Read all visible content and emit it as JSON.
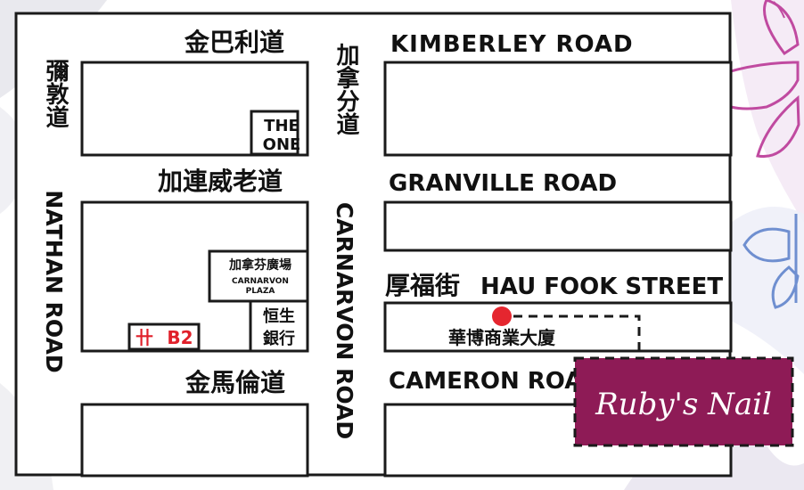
{
  "colors": {
    "map_border": "#1a1a1a",
    "mtr_red": "#e0202a",
    "marker_red": "#e5262f",
    "brand_bg": "#8e1b56",
    "brand_text": "#ffffff"
  },
  "streets": {
    "kimberley_cn": "金巴利道",
    "kimberley_en": "KIMBERLEY ROAD",
    "granville_cn": "加連威老道",
    "granville_en": "GRANVILLE ROAD",
    "hau_fook_cn": "厚福街",
    "hau_fook_en": "HAU FOOK STREET",
    "cameron_cn": "金馬倫道",
    "cameron_en": "CAMERON ROAD",
    "nathan_cn": "彌敦道",
    "nathan_en": "NATHAN ROAD",
    "carnarvon_cn": "加拿分道",
    "carnarvon_en": "CARNARVON ROAD"
  },
  "landmarks": {
    "the_one_line1": "THE",
    "the_one_line2": "ONE",
    "plaza_cn": "加拿芬廣場",
    "plaza_en1": "CARNARVON",
    "plaza_en2": "PLAZA",
    "bank_line1": "恒生",
    "bank_line2": "銀行",
    "mtr_symbol": "卄",
    "mtr_exit": "B2",
    "building_cn": "華博商業大廈"
  },
  "brand": {
    "name": "Ruby's Nail"
  },
  "icons": {
    "mtr": "mtr-logo-icon",
    "location": "location-marker-icon",
    "butterfly": "butterfly-icon"
  }
}
